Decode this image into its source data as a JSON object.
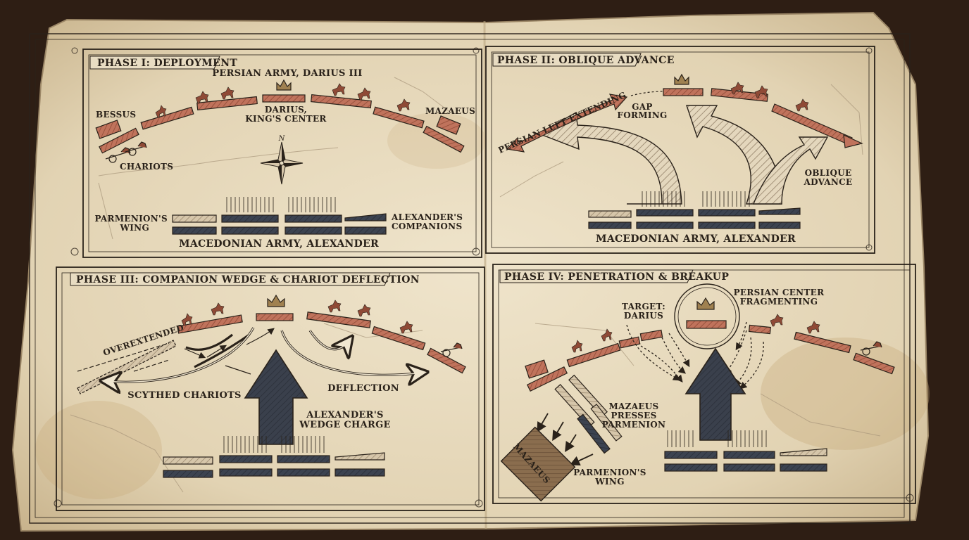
{
  "colors": {
    "persian": "#c0735c",
    "macedonian": "#3c4350",
    "macedonian_light": "#c9b79d",
    "ink": "#2a221a",
    "paper": "#e8dcc2",
    "mazaeus_block": "#8a6d4e"
  },
  "icons": [
    "crown-icon",
    "cavalry-icon",
    "chariot-icon",
    "compass-rose-icon"
  ],
  "panels": {
    "p1": {
      "title": "PHASE I: DEPLOYMENT",
      "persian_army": "PERSIAN ARMY, DARIUS III",
      "bessus": "BESSUS",
      "mazaeus": "MAZAEUS",
      "darius_1": "DARIUS,",
      "darius_2": "KING'S CENTER",
      "chariots": "CHARIOTS",
      "parmenion_1": "PARMENION'S",
      "parmenion_2": "WING",
      "companions_1": "ALEXANDER'S",
      "companions_2": "COMPANIONS",
      "macedonian_army": "MACEDONIAN ARMY, ALEXANDER",
      "compass_n": "N"
    },
    "p2": {
      "title": "PHASE II: OBLIQUE ADVANCE",
      "persian_left": "PERSIAN LEFT EXTENDING",
      "gap_1": "GAP",
      "gap_2": "FORMING",
      "oblique_1": "OBLIQUE",
      "oblique_2": "ADVANCE",
      "macedonian_army": "MACEDONIAN ARMY, ALEXANDER"
    },
    "p3": {
      "title": "PHASE III: COMPANION WEDGE & CHARIOT DEFLECTION",
      "overextended": "OVEREXTENDED",
      "scythed": "SCYTHED CHARIOTS",
      "deflection": "DEFLECTION",
      "wedge_1": "ALEXANDER'S",
      "wedge_2": "WEDGE CHARGE"
    },
    "p4": {
      "title": "PHASE IV: PENETRATION & BREAKUP",
      "target_1": "TARGET:",
      "target_2": "DARIUS",
      "center_1": "PERSIAN CENTER",
      "center_2": "FRAGMENTING",
      "mazaeus_1": "MAZAEUS",
      "mazaeus_2": "PRESSES",
      "mazaeus_3": "PARMENION",
      "mazaeus_block": "MAZAEUS",
      "parmenion_1": "PARMENION'S",
      "parmenion_2": "WING"
    }
  }
}
